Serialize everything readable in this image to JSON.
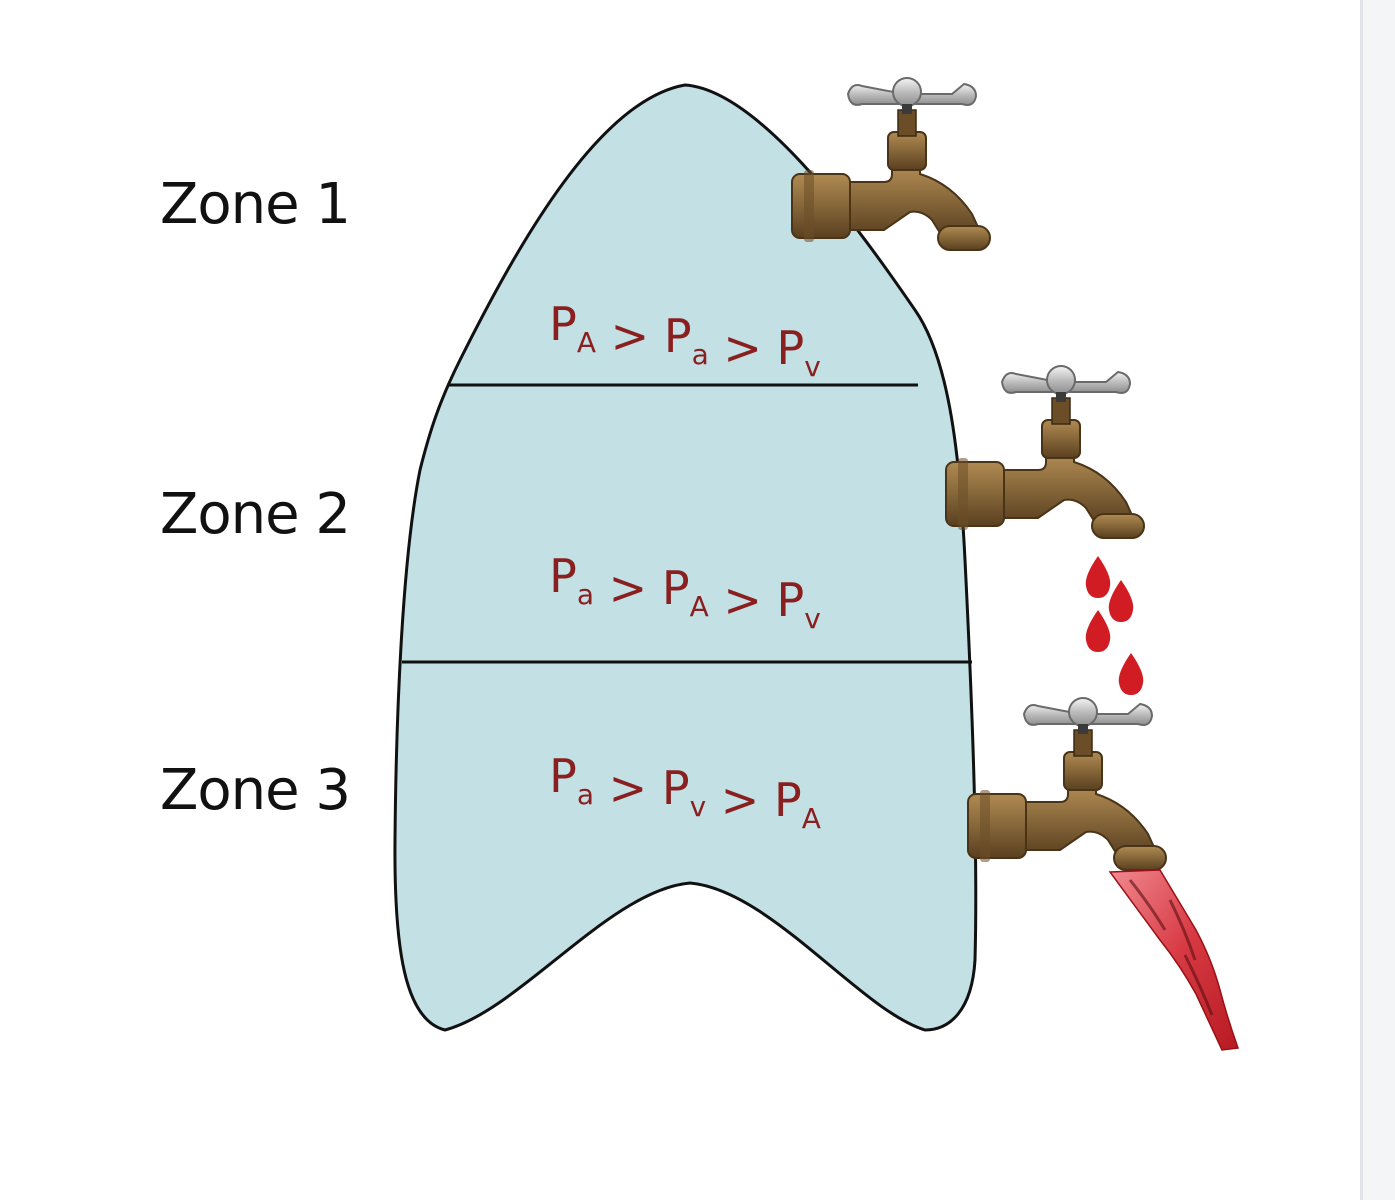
{
  "zones": [
    {
      "label": "Zone 1",
      "equation": [
        {
          "p": "P",
          "s": "A"
        },
        {
          "op": " > "
        },
        {
          "p": "P",
          "s": "a"
        },
        {
          "op": " > "
        },
        {
          "p": "P",
          "s": "v"
        }
      ],
      "flow": "none"
    },
    {
      "label": "Zone 2",
      "equation": [
        {
          "p": "P",
          "s": "a"
        },
        {
          "op": " > "
        },
        {
          "p": "P",
          "s": "A"
        },
        {
          "op": " > "
        },
        {
          "p": "P",
          "s": "v"
        }
      ],
      "flow": "drip"
    },
    {
      "label": "Zone 3",
      "equation": [
        {
          "p": "P",
          "s": "a"
        },
        {
          "op": " > "
        },
        {
          "p": "P",
          "s": "v"
        },
        {
          "op": " > "
        },
        {
          "p": "P",
          "s": "A"
        }
      ],
      "flow": "stream"
    }
  ],
  "colors": {
    "lung_fill": "#c3e0e5",
    "outline": "#111111",
    "equation_text": "#8a1f1f",
    "faucet_brass": "#8a6a3c",
    "faucet_handle": "#c8c8c8",
    "blood": "#d01c22"
  },
  "icons": [
    "faucet-icon",
    "blood-drop-icon",
    "blood-stream-icon"
  ]
}
